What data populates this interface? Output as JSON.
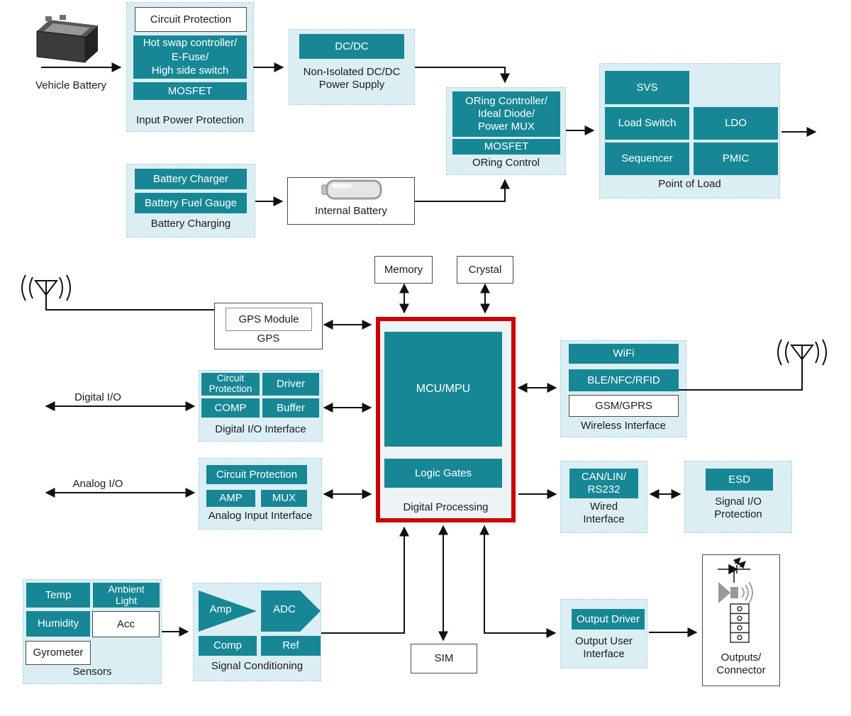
{
  "colors": {
    "teal": "#178795",
    "group_bg": "#dbeef4",
    "red": "#cc0000"
  },
  "labels": {
    "vehicle_battery": "Vehicle Battery",
    "digital_io": "Digital I/O",
    "analog_io": "Analog I/O"
  },
  "icons": {
    "left_antenna": "antenna-icon",
    "right_antenna": "antenna-icon",
    "vehicle_battery": "car-battery-icon",
    "internal_battery": "battery-icon",
    "speaker": "speaker-icon",
    "led": "led-icon",
    "connector": "connector-icon"
  },
  "groups": {
    "input_power_protection": {
      "title": "Input Power Protection",
      "circuit_protection": "Circuit Protection",
      "hot_swap": "Hot swap controller/\nE-Fuse/\nHigh side switch",
      "mosfet": "MOSFET"
    },
    "non_isolated": {
      "title": "Non-Isolated DC/DC\nPower Supply",
      "dcdc": "DC/DC"
    },
    "oring_control": {
      "title": "ORing Control",
      "controller": "ORing Controller/\nIdeal Diode/\nPower MUX",
      "mosfet": "MOSFET"
    },
    "point_of_load": {
      "title": "Point of Load",
      "svs": "SVS",
      "load_switch": "Load Switch",
      "ldo": "LDO",
      "sequencer": "Sequencer",
      "pmic": "PMIC"
    },
    "battery_charging": {
      "title": "Battery Charging",
      "charger": "Battery Charger",
      "fuel_gauge": "Battery Fuel Gauge"
    },
    "internal_battery": {
      "title": "Internal Battery"
    },
    "memory": {
      "title": "Memory"
    },
    "crystal": {
      "title": "Crystal"
    },
    "gps": {
      "title": "GPS",
      "module": "GPS Module"
    },
    "digital_io_interface": {
      "title": "Digital I/O Interface",
      "circuit_protection": "Circuit\nProtection",
      "driver": "Driver",
      "comp": "COMP",
      "buffer": "Buffer"
    },
    "analog_input_interface": {
      "title": "Analog Input Interface",
      "circuit_protection": "Circuit Protection",
      "amp": "AMP",
      "mux": "MUX"
    },
    "digital_processing": {
      "title": "Digital Processing",
      "mcu": "MCU/MPU",
      "logic_gates": "Logic Gates"
    },
    "wireless_interface": {
      "title": "Wireless Interface",
      "wifi": "WiFi",
      "ble": "BLE/NFC/RFID",
      "gsm": "GSM/GPRS"
    },
    "wired_interface": {
      "title": "Wired\nInterface",
      "can": "CAN/LIN/\nRS232"
    },
    "signal_io_protection": {
      "title": "Signal I/O\nProtection",
      "esd": "ESD"
    },
    "sensors": {
      "title": "Sensors",
      "temp": "Temp",
      "ambient": "Ambient\nLight",
      "humidity": "Humidity",
      "acc": "Acc",
      "gyrometer": "Gyrometer"
    },
    "signal_conditioning": {
      "title": "Signal Conditioning",
      "amp": "Amp",
      "adc": "ADC",
      "comp": "Comp",
      "ref": "Ref"
    },
    "sim": {
      "title": "SIM"
    },
    "output_user_interface": {
      "title": "Output User\nInterface",
      "driver": "Output Driver"
    },
    "outputs_connector": {
      "title": "Outputs/\nConnector"
    }
  }
}
